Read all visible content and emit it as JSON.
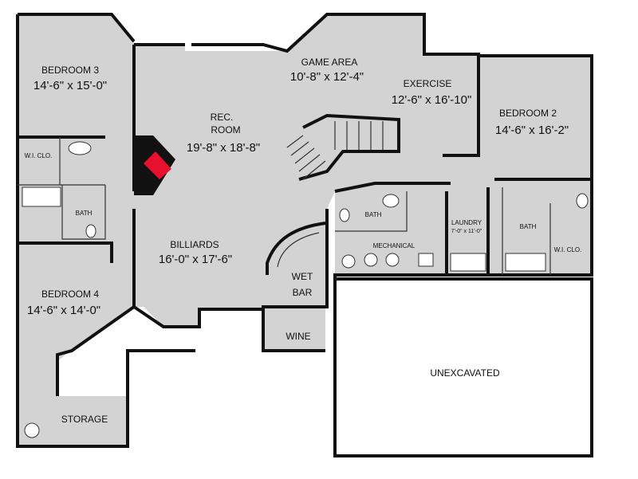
{
  "colors": {
    "floor": "#d3d3d3",
    "wall": "#111111",
    "background": "#ffffff",
    "fireplace": "#e8112d"
  },
  "rooms": {
    "bedroom3": {
      "name": "BEDROOM 3",
      "size": "14'-6\" x 15'-0\""
    },
    "game_area": {
      "name": "GAME  AREA",
      "size": "10'-8\" x 12'-4\""
    },
    "exercise": {
      "name": "EXERCISE",
      "size": "12'-6\" x 16'-10\""
    },
    "bedroom2": {
      "name": "BEDROOM 2",
      "size": "14'-6\" x 16'-2\""
    },
    "rec_room": {
      "name_line1": "REC.",
      "name_line2": "ROOM",
      "size": "19'-8\" x 18'-8\""
    },
    "wic_left": {
      "name": "W.I. CLO."
    },
    "bath_left": {
      "name": "BATH"
    },
    "billiards": {
      "name": "BILLIARDS",
      "size": "16'-0\" x 17'-6\""
    },
    "bath_center": {
      "name": "BATH"
    },
    "laundry": {
      "name": "LAUNDRY",
      "size": "7'-0\" x 11'-0\""
    },
    "bath_right": {
      "name": "BATH"
    },
    "mechanical": {
      "name": "MECHANICAL"
    },
    "wic_right": {
      "name": "W.I. CLO."
    },
    "wet_bar": {
      "name_line1": "WET",
      "name_line2": "BAR"
    },
    "bedroom4": {
      "name": "BEDROOM 4",
      "size": "14'-6\" x 14'-0\""
    },
    "wine": {
      "name": "WINE"
    },
    "unexcavated": {
      "name": "UNEXCAVATED"
    },
    "storage": {
      "name": "STORAGE"
    }
  }
}
